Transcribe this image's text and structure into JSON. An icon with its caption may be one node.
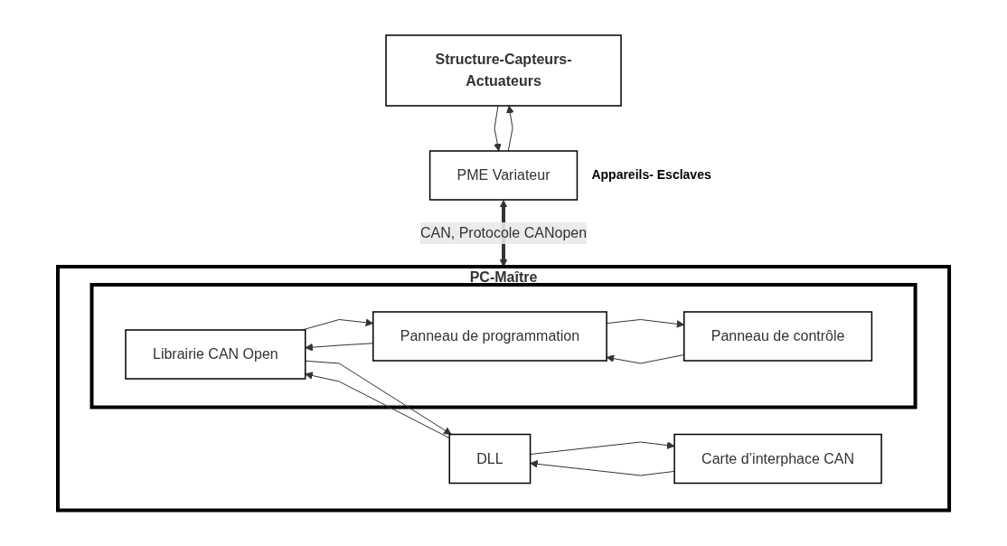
{
  "diagram": {
    "nodes": [
      {
        "text": [
          "Structure-Capteurs-Actuateurs"
        ]
      },
      {
        "text": [
          "PME Variateur"
        ],
        "beside": [
          "Appareils- Esclaves"
        ]
      },
      {
        "text": [
          "PC-Maître"
        ]
      },
      {
        "text": [
          "Carte d’interphace CAN"
        ],
        "in": 2
      },
      {
        "text": [
          "DLL"
        ],
        "in": 2
      },
      {
        "text": [],
        "shape": "box",
        "in": 2
      },
      {
        "text": [
          "Librairie CAN Open"
        ],
        "in": 5
      },
      {
        "text": [
          "Panneau de programmation"
        ],
        "in": 5
      },
      {
        "text": [
          "Panneau de contrôle"
        ],
        "in": 5
      }
    ],
    "edges": [
      {
        "from": 1,
        "to": 0,
        "arrow": "to"
      },
      {
        "from": 0,
        "to": 1,
        "arrow": "to"
      },
      {
        "from": 1,
        "to": 2,
        "arrow": "both",
        "label": "CAN, Protocole CANopen",
        "style": "thick"
      },
      {
        "from": 3,
        "to": 4,
        "arrow": "to"
      },
      {
        "from": 4,
        "to": 3,
        "arrow": "to"
      },
      {
        "from": 4,
        "to": 6,
        "arrow": "to"
      },
      {
        "from": 6,
        "to": 4,
        "arrow": "to"
      },
      {
        "from": 6,
        "to": 7,
        "arrow": "to"
      },
      {
        "from": 7,
        "to": 6,
        "arrow": "to"
      },
      {
        "from": 7,
        "to": 8,
        "arrow": "to"
      },
      {
        "from": 8,
        "to": 7,
        "arrow": "to"
      }
    ]
  }
}
